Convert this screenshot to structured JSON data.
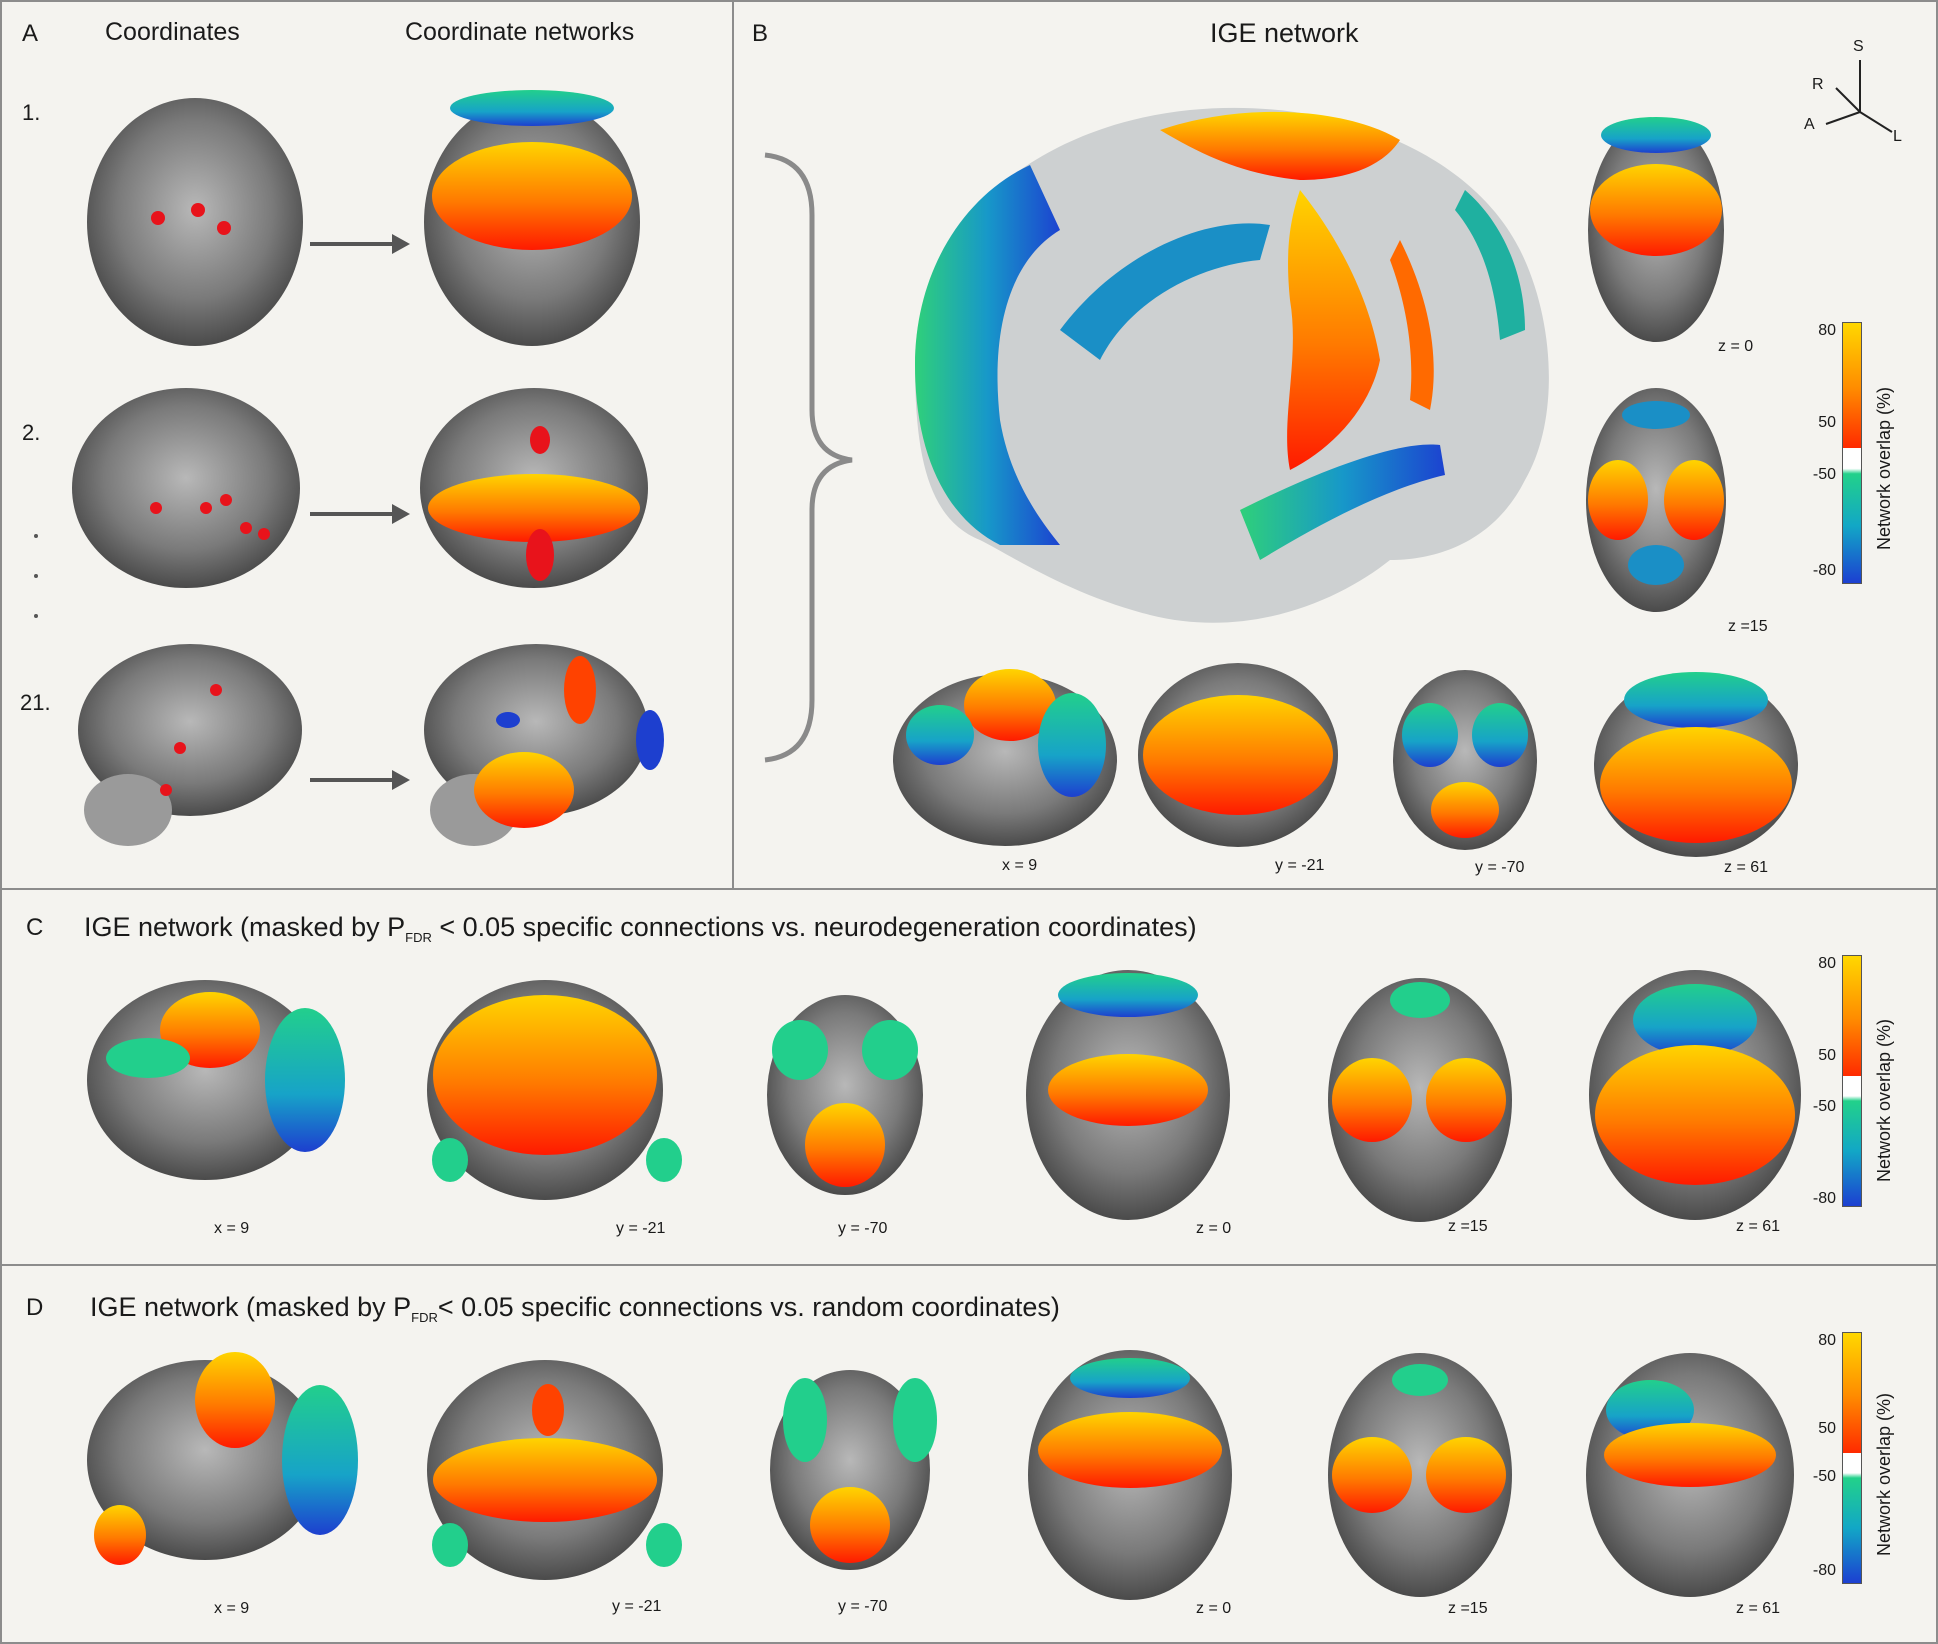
{
  "panel_a": {
    "letter": "A",
    "col_coordinates": "Coordinates",
    "col_networks": "Coordinate networks",
    "row1": "1.",
    "row2": "2.",
    "row21": "21."
  },
  "panel_b": {
    "letter": "B",
    "title": "IGE network",
    "orientation": {
      "S": "S",
      "R": "R",
      "A": "A",
      "L": "L"
    },
    "slices": [
      "z = 0",
      "z =15",
      "x = 9",
      "y = -21",
      "y = -70",
      "z = 61"
    ]
  },
  "panel_c": {
    "letter": "C",
    "title_pre": "IGE network (masked by P",
    "title_sub": "FDR",
    "title_post": " < 0.05 specific connections vs. neurodegeneration coordinates)",
    "slices": [
      "x = 9",
      "y = -21",
      "y = -70",
      "z = 0",
      "z =15",
      "z = 61"
    ]
  },
  "panel_d": {
    "letter": "D",
    "title_pre": "IGE network (masked by P",
    "title_sub": "FDR",
    "title_post": "< 0.05 specific connections vs. random coordinates)",
    "slices": [
      "x = 9",
      "y = -21",
      "y = -70",
      "z = 0",
      "z =15",
      "z = 61"
    ]
  },
  "colorbar": {
    "label": "Network overlap (%)",
    "ticks": [
      "80",
      "50",
      "-50",
      "-80"
    ]
  },
  "colors": {
    "positive_high": "#ffd700",
    "positive_low": "#ff2a00",
    "negative_low": "#22d18a",
    "negative_high": "#1c3fd1",
    "border": "#8c8c8c"
  }
}
